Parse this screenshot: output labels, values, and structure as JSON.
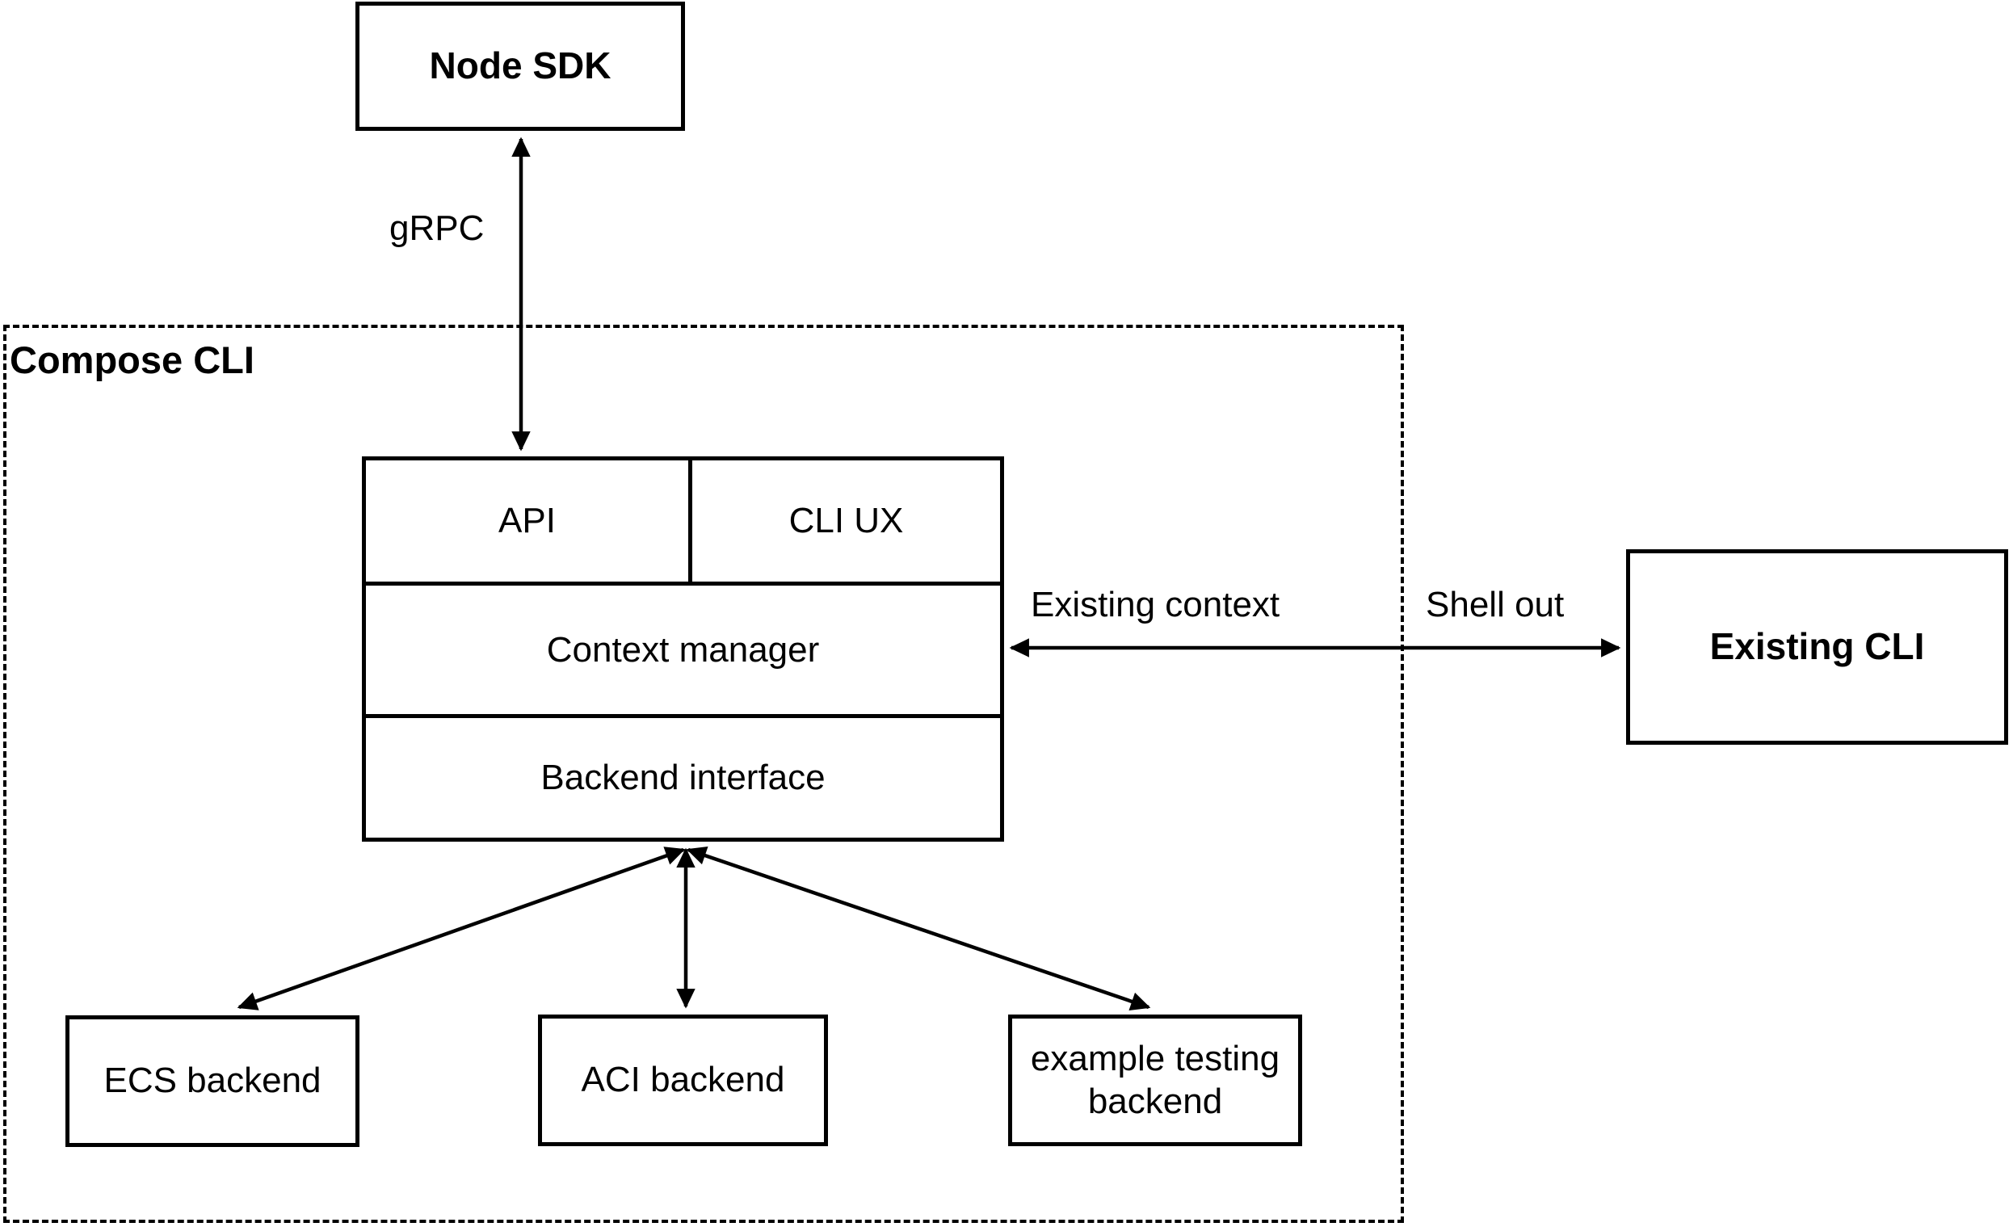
{
  "diagram": {
    "type": "architecture-diagram",
    "background_color": "#ffffff",
    "stroke_color": "#000000",
    "container": {
      "label": "Compose CLI"
    },
    "nodes": {
      "node_sdk": {
        "label": "Node SDK"
      },
      "api": {
        "label": "API"
      },
      "cli_ux": {
        "label": "CLI UX"
      },
      "context_manager": {
        "label": "Context manager"
      },
      "backend_interface": {
        "label": "Backend interface"
      },
      "ecs_backend": {
        "label": "ECS backend"
      },
      "aci_backend": {
        "label": "ACI backend"
      },
      "example_testing_backend": {
        "label": "example testing backend"
      },
      "existing_cli": {
        "label": "Existing CLI"
      }
    },
    "edge_labels": {
      "grpc": "gRPC",
      "existing_context": "Existing context",
      "shell_out": "Shell out"
    }
  }
}
